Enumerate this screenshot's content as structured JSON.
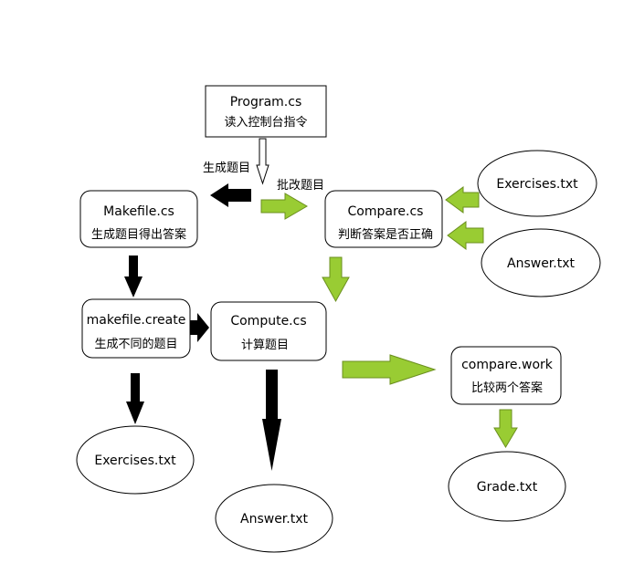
{
  "colors": {
    "green_arrow": "#99CC33",
    "black_arrow": "#000000",
    "white_arrow": "#ffffff",
    "stroke": "#000000"
  },
  "nodes": {
    "program": {
      "title": "Program.cs",
      "subtitle": "读入控制台指令"
    },
    "makefile": {
      "title": "Makefile.cs",
      "subtitle": "生成题目得出答案"
    },
    "compare": {
      "title": "Compare.cs",
      "subtitle": "判断答案是否正确"
    },
    "makefile_create": {
      "title": "makefile.create",
      "subtitle": "生成不同的题目"
    },
    "compute": {
      "title": "Compute.cs",
      "subtitle": "计算题目"
    },
    "compare_work": {
      "title": "compare.work",
      "subtitle": "比较两个答案"
    },
    "exercises_top": {
      "title": "Exercises.txt"
    },
    "answer_top": {
      "title": "Answer.txt"
    },
    "exercises_bottom": {
      "title": "Exercises.txt"
    },
    "answer_bottom": {
      "title": "Answer.txt"
    },
    "grade": {
      "title": "Grade.txt"
    }
  },
  "labels": {
    "generate": "生成题目",
    "grade": "批改题目"
  }
}
